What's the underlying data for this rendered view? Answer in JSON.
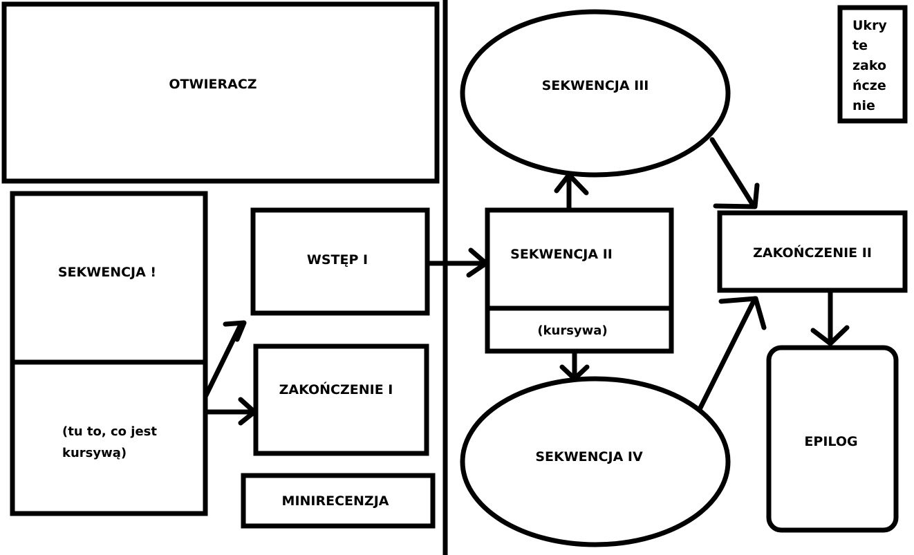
{
  "diagram": {
    "nodes": {
      "otwieracz": "OTWIERACZ",
      "sekwencja_1": "SEKWENCJA !",
      "sekwencja_1_note_line1": "(tu to, co jest",
      "sekwencja_1_note_line2": "kursywą)",
      "wstep_1": "WSTĘP I",
      "zakonczenie_1": "ZAKOŃCZENIE I",
      "minirecenzja": "MINIRECENZJA",
      "sekwencja_2": "SEKWENCJA II",
      "sekwencja_2_note": "(kursywa)",
      "sekwencja_3": "SEKWENCJA III",
      "sekwencja_4": "SEKWENCJA IV",
      "zakonczenie_2": "ZAKOŃCZENIE II",
      "epilog": "EPILOG",
      "ukryte_line1": "Ukry",
      "ukryte_line2": "te",
      "ukryte_line3": "zako",
      "ukryte_line4": "ńcze",
      "ukryte_line5": "nie"
    },
    "edges": [
      {
        "from": "SEKWENCJA !",
        "to": "WSTĘP I"
      },
      {
        "from": "SEKWENCJA !",
        "to": "ZAKOŃCZENIE I"
      },
      {
        "from": "WSTĘP I",
        "to": "SEKWENCJA II"
      },
      {
        "from": "SEKWENCJA II",
        "to": "SEKWENCJA III"
      },
      {
        "from": "SEKWENCJA II",
        "to": "SEKWENCJA IV"
      },
      {
        "from": "SEKWENCJA III",
        "to": "ZAKOŃCZENIE II"
      },
      {
        "from": "SEKWENCJA IV",
        "to": "ZAKOŃCZENIE II"
      },
      {
        "from": "ZAKOŃCZENIE II",
        "to": "EPILOG"
      }
    ],
    "colors": {
      "stroke": "#000000",
      "background": "#ffffff"
    }
  }
}
